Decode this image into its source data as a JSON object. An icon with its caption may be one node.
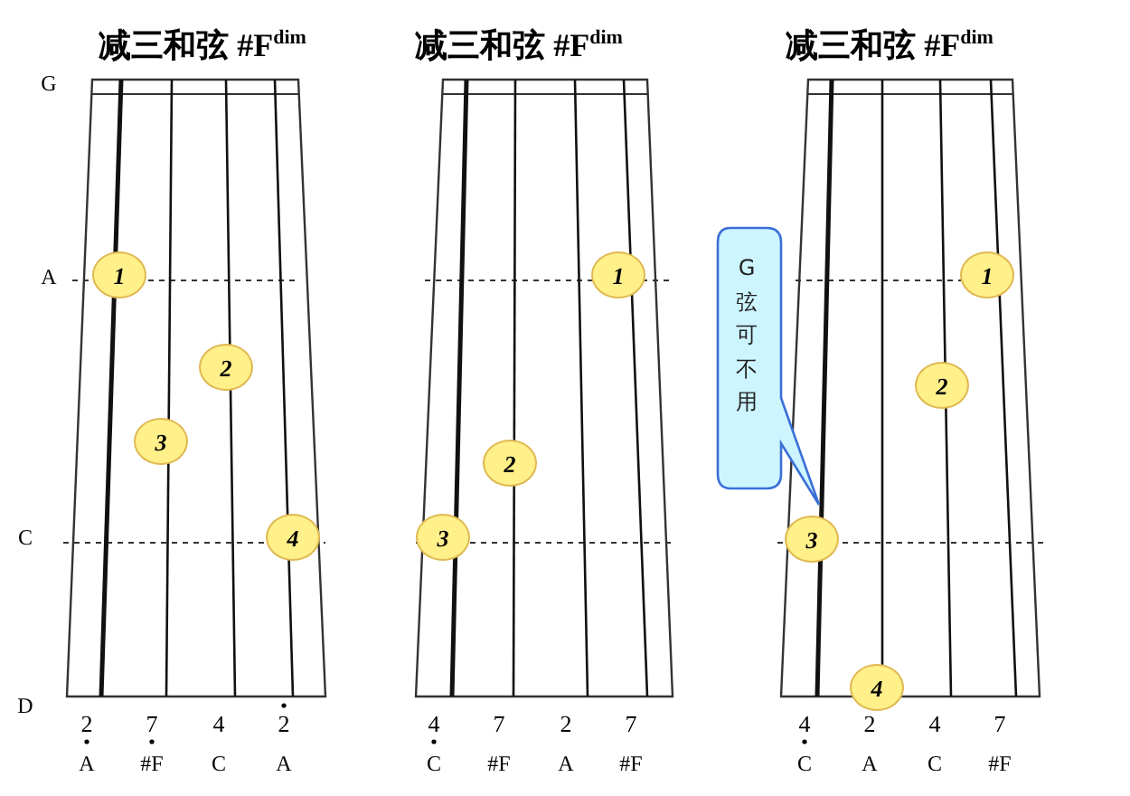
{
  "diagram": {
    "nodes": [
      {
        "text": [
          "1"
        ]
      },
      {
        "text": [
          "2"
        ]
      },
      {
        "text": [
          "3"
        ]
      },
      {
        "text": [
          "4"
        ]
      },
      {
        "text": [
          "1"
        ]
      },
      {
        "text": [
          "2"
        ]
      },
      {
        "text": [
          "3"
        ]
      },
      {
        "text": [
          "G弦可不用"
        ]
      },
      {
        "text": [
          "1"
        ]
      },
      {
        "text": [
          "2"
        ]
      },
      {
        "text": [
          "3"
        ]
      },
      {
        "text": [
          "4"
        ]
      }
    ],
    "labels": [
      "减三和弦 #F$^{dim}$",
      "减三和弦 #F$^{dim}$",
      "减三和弦 #F$^{dim}$",
      "G",
      "A",
      "C",
      "D",
      "2",
      "7",
      "4",
      "2",
      "4",
      "7",
      "2",
      "7",
      "4",
      "2",
      "4",
      "7",
      "A",
      "#F",
      "C",
      "A",
      "C",
      "#F",
      "A",
      "#F",
      "C",
      "A",
      "C",
      "#F"
    ]
  }
}
